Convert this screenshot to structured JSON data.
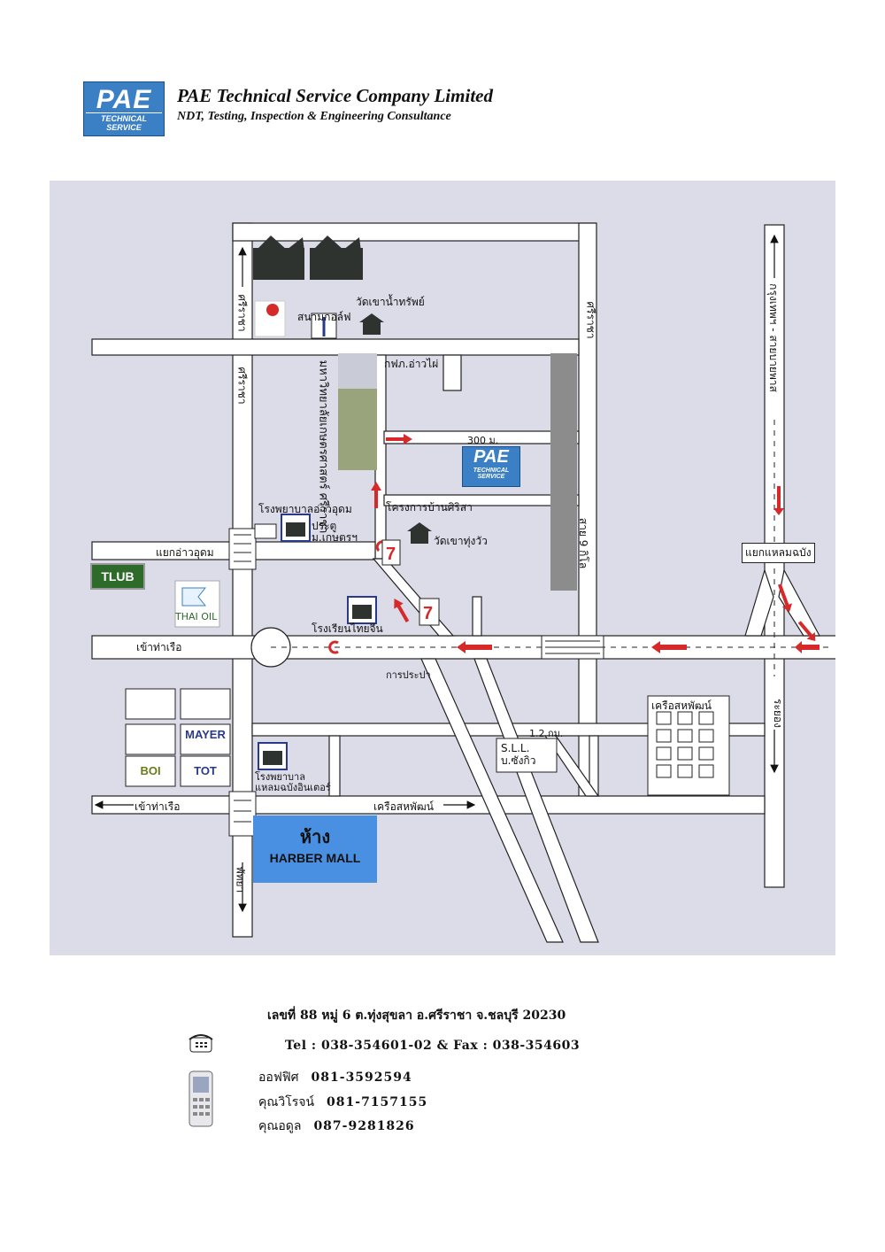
{
  "header": {
    "logo_big": "PAE",
    "logo_small": "TECHNICAL SERVICE",
    "company": "PAE Technical Service Company Limited",
    "tagline": "NDT, Testing, Inspection & Engineering Consultance"
  },
  "map": {
    "labels": {
      "golf": "สนามกอล์ฟ",
      "wat_khao_nam_sap": "วัดเขาน้ำทรัพย์",
      "egat": "กฟภ.อ่าวไผ่",
      "dist_300": "300 ม.",
      "baan_sirisa": "โครงการบ้านศิริสา",
      "hospital_ao_udom": "โรงพยาบาลอ่าวอุดม",
      "gate_kasetsart": "ประตู\nม.เกษตรฯ",
      "wat_khao_thung_wua": "วัดเขาทุ่งวัว",
      "school_thai_chinese": "โรงเรียนไทยจีน",
      "yaek_ao_udom": "แยกอ่าวอุดม",
      "to_port_1": "เข้าท่าเรือ",
      "to_port_2": "เข้าท่าเรือ",
      "waterworks": "การประปา",
      "dist_1_2": "1.2 กม.",
      "sll": "S.L.L.\nบ.ซังกิว",
      "sahapat_zone": "เครือสหพัฒน์",
      "sahapat_road": "เครือสหพัฒน์",
      "hospital_laem_chabang": "โรงพยาบาล\nแหลมฉบังอินเตอร์",
      "yaek_laem_chabang": "แยกแหลมฉบัง",
      "road_sriracha_top": "ศรีราชา",
      "road_sriracha_left": "ศรีราชา",
      "road_pattaya": "พัทยา",
      "road_kasetsart": "มหาวิทยาลัยเกษตรศาสตร์ ศรีราชา",
      "road_9km": "สาย 9 กิโล",
      "road_bangkok": "กรุงเทพฯ - สายบายพาส",
      "road_rayong": "ระยอง",
      "road_sriracha_right": "ศรีราชา"
    },
    "boxes": {
      "tlub": "TLUB",
      "thai_oil": "THAI OIL",
      "mayer": "MAYER",
      "boi": "BOI",
      "tot": "TOT",
      "mall_th": "ห้าง",
      "mall_en": "HARBER MALL",
      "pae_big": "PAE",
      "pae_small": "TECHNICAL SERVICE"
    },
    "colors": {
      "background": "#dcdbe8",
      "road": "#ffffff",
      "arrow": "#d62a2a",
      "mall": "#4a90e2",
      "tlub": "#2e6b2a",
      "pae": "#3b7fc4"
    }
  },
  "footer": {
    "address": "เลขที่ 88 หมู่ 6 ต.ทุ่งสุขลา อ.ศรีราชา จ.ชลบุรี 20230",
    "tel_fax": "Tel : 038-354601-02  &  Fax : 038-354603",
    "phones": [
      {
        "label": "ออฟฟิศ",
        "number": "081-3592594"
      },
      {
        "label": "คุณวิโรจน์",
        "number": "081-7157155"
      },
      {
        "label": "คุณอดูล",
        "number": "087-9281826"
      }
    ]
  }
}
